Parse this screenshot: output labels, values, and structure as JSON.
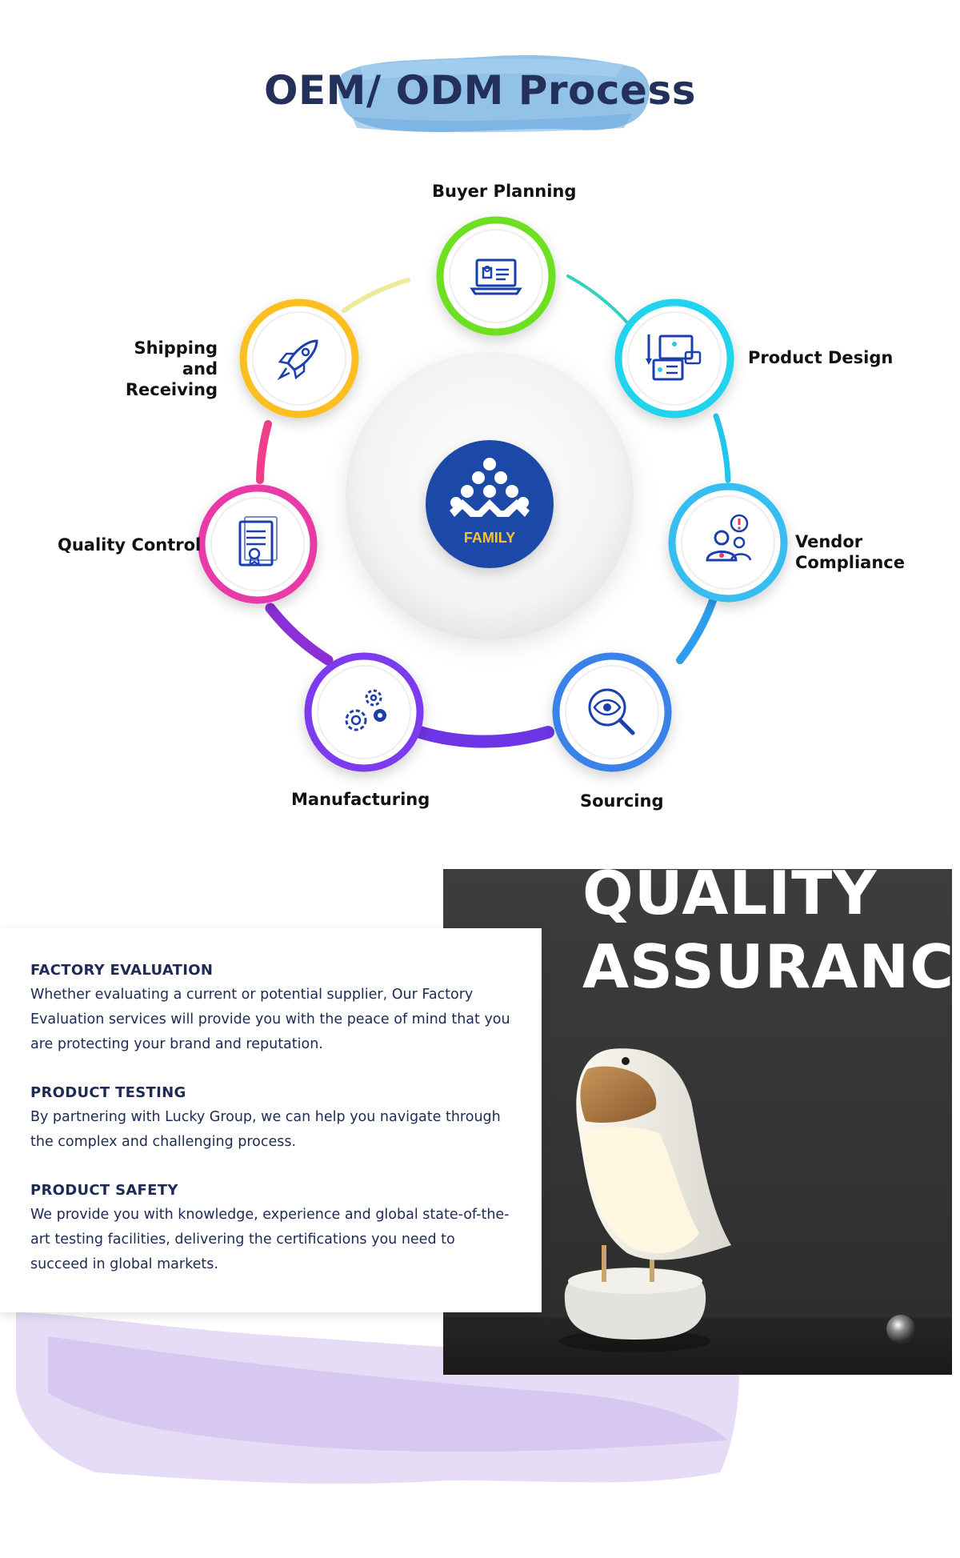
{
  "header": {
    "title": "OEM/ ODM Process"
  },
  "process": {
    "center_logo_text": "FAMILY",
    "steps": [
      {
        "label": "Buyer Planning",
        "icon": "laptop-id-icon",
        "color": "#6ee021"
      },
      {
        "label": "Product Design",
        "icon": "design-cards-icon",
        "color": "#22d3ee"
      },
      {
        "label": "Vendor Compliance",
        "icon": "users-alert-icon",
        "color": "#38bdf0"
      },
      {
        "label": "Sourcing",
        "icon": "magnifier-eye-icon",
        "color": "#3b82e8"
      },
      {
        "label": "Manufacturing",
        "icon": "gears-icon",
        "color": "#7c3aed"
      },
      {
        "label": "Quality Control",
        "icon": "certificate-document-icon",
        "color": "#e83aa8"
      },
      {
        "label": "Shipping and Receiving",
        "icon": "rocket-icon",
        "color": "#fbbf24"
      }
    ],
    "icon_color": "#1c3fae"
  },
  "quality": {
    "title_line1": "QUALITY",
    "title_line2": "ASSURANCE",
    "items": [
      {
        "heading": "FACTORY EVALUATION",
        "body": "Whether evaluating a current or potential supplier, Our Factory Evaluation services will provide you with the peace of mind that you are protecting your brand and reputation."
      },
      {
        "heading": "PRODUCT TESTING",
        "body": "By partnering with Lucky Group, we can help you navigate through the complex and challenging process."
      },
      {
        "heading": "PRODUCT SAFETY",
        "body": "We provide you with knowledge, experience and global state-of-the-art testing facilities, delivering the certifications you need to succeed in global markets."
      }
    ]
  },
  "colors": {
    "title_text": "#23305a",
    "brush_blue": "#7fb6e3",
    "brush_purple": "#c9b8e8",
    "logo_blue": "#1f4aa8",
    "logo_gold": "#f7c52b",
    "photo_background": "#3a3a3a"
  }
}
